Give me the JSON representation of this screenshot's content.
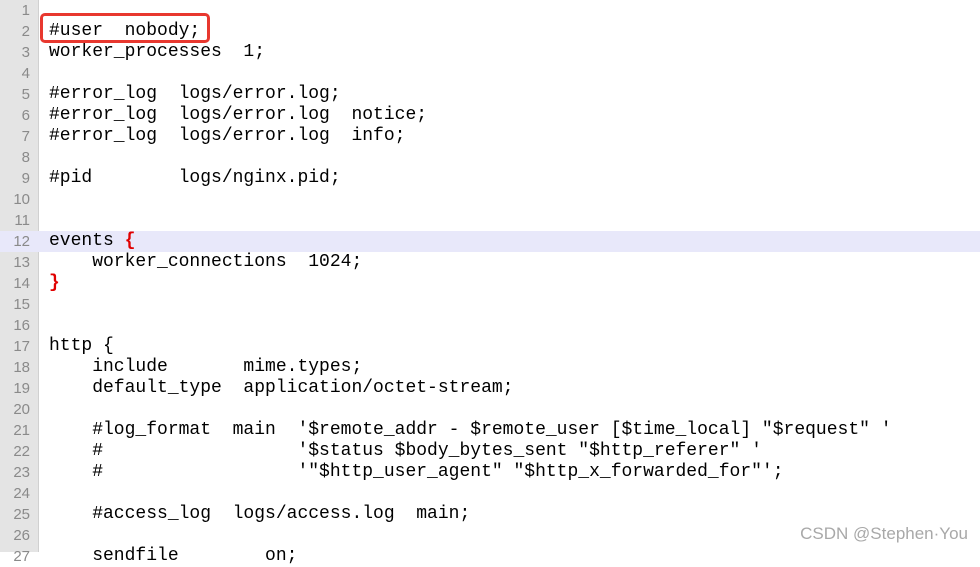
{
  "editor": {
    "lines": [
      {
        "n": "1",
        "text": ""
      },
      {
        "n": "2",
        "text": "#user  nobody;"
      },
      {
        "n": "3",
        "text": "worker_processes  1;"
      },
      {
        "n": "4",
        "text": ""
      },
      {
        "n": "5",
        "text": "#error_log  logs/error.log;"
      },
      {
        "n": "6",
        "text": "#error_log  logs/error.log  notice;"
      },
      {
        "n": "7",
        "text": "#error_log  logs/error.log  info;"
      },
      {
        "n": "8",
        "text": ""
      },
      {
        "n": "9",
        "text": "#pid        logs/nginx.pid;"
      },
      {
        "n": "10",
        "text": ""
      },
      {
        "n": "11",
        "text": ""
      },
      {
        "n": "12",
        "text": "events ",
        "brace": "{"
      },
      {
        "n": "13",
        "text": "    worker_connections  1024;"
      },
      {
        "n": "14",
        "text": "",
        "brace": "}"
      },
      {
        "n": "15",
        "text": ""
      },
      {
        "n": "16",
        "text": ""
      },
      {
        "n": "17",
        "text": "http {"
      },
      {
        "n": "18",
        "text": "    include       mime.types;"
      },
      {
        "n": "19",
        "text": "    default_type  application/octet-stream;"
      },
      {
        "n": "20",
        "text": ""
      },
      {
        "n": "21",
        "text": "    #log_format  main  '$remote_addr - $remote_user [$time_local] \"$request\" '"
      },
      {
        "n": "22",
        "text": "    #                  '$status $body_bytes_sent \"$http_referer\" '"
      },
      {
        "n": "23",
        "text": "    #                  '\"$http_user_agent\" \"$http_x_forwarded_for\"';"
      },
      {
        "n": "24",
        "text": ""
      },
      {
        "n": "25",
        "text": "    #access_log  logs/access.log  main;"
      },
      {
        "n": "26",
        "text": ""
      },
      {
        "n": "27",
        "text": "    sendfile        on;"
      }
    ],
    "current_line": 12,
    "annotated_line": 2
  },
  "watermark": "CSDN @Stephen·You",
  "colors": {
    "gutter": "#e4e4e4",
    "current_line_bg": "#e8e8fa",
    "brace": "#e00000",
    "annotation_box": "#e8382f"
  }
}
